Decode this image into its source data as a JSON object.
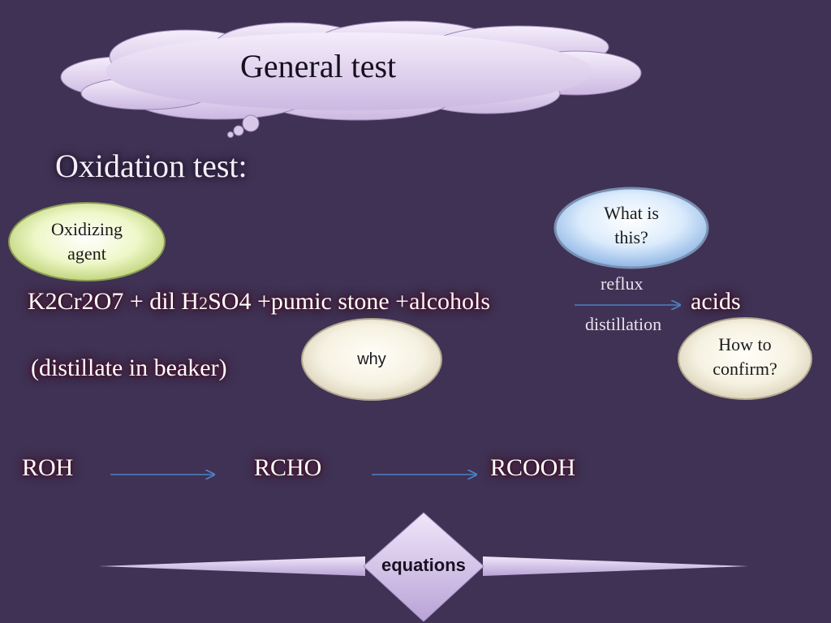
{
  "title": "General test",
  "heading": "Oxidation test:",
  "bubbles": {
    "oxidizing_agent": {
      "line1": "Oxidizing",
      "line2": "agent"
    },
    "what_is_this": {
      "line1": "What is",
      "line2": "this?"
    },
    "why": "why",
    "how_to_confirm": {
      "line1": "How to",
      "line2": "confirm?"
    }
  },
  "reaction": {
    "reagents_part1": "K2Cr2O7 + dil H",
    "reagents_sub": "2",
    "reagents_part2": "SO4 +pumic stone +",
    "reactant": "alcohols",
    "reflux": "reflux",
    "distillation": "distillation",
    "product": "acids",
    "distillate": "(distillate in beaker)"
  },
  "sequence": [
    "ROH",
    "RCHO",
    "RCOOH"
  ],
  "footer": "equations",
  "colors": {
    "background": "#3f3254",
    "cloud": "#d9c8ea",
    "arrow": "#4f7fc4",
    "green_bubble": "#e7f3b6",
    "blue_bubble": "#d6e8fb",
    "cream_bubble": "#f7f3e6"
  }
}
